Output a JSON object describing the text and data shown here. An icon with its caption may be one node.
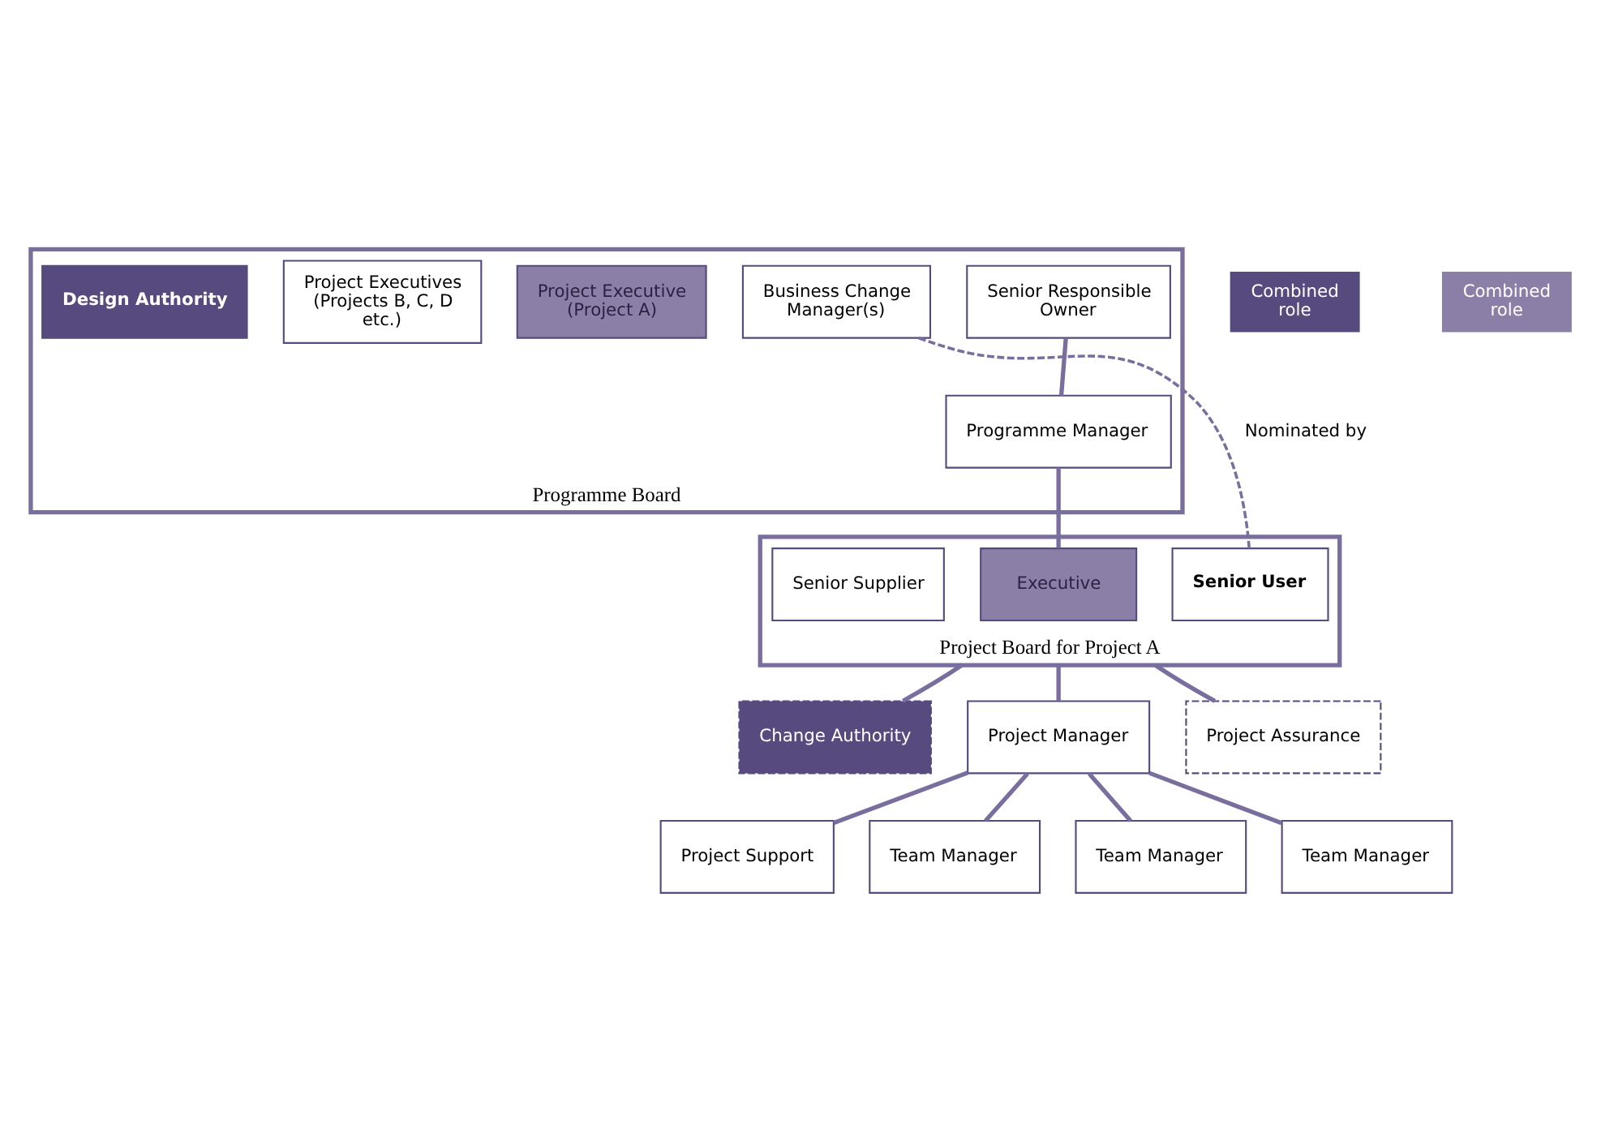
{
  "diagram": {
    "nodes": [
      {
        "text": [
          "Programme Board"
        ]
      },
      {
        "text": [
          "Senior Responsible Owner"
        ],
        "in": 0
      },
      {
        "text": [
          "Business Change Manager(s)"
        ],
        "in": 0
      },
      {
        "text": [
          "Project Executive (Project A)"
        ],
        "in": 0
      },
      {
        "text": [
          "Programme Manager"
        ],
        "in": 0
      },
      {
        "text": [
          "Project Executives (Projects B, C, D etc.)"
        ],
        "in": 0
      },
      {
        "text": [
          "Design Authority"
        ],
        "in": 0
      },
      {
        "text": [
          "Project Board for Project A"
        ]
      },
      {
        "text": [
          "Senior User"
        ],
        "in": 7
      },
      {
        "text": [
          "Executive"
        ],
        "in": 7
      },
      {
        "text": [
          "Senior Supplier"
        ],
        "in": 7
      },
      {
        "text": [
          "Change Authority"
        ]
      },
      {
        "text": [
          "Project Manager"
        ]
      },
      {
        "text": [
          "Project Assurance"
        ]
      },
      {
        "text": [
          "Project Support"
        ]
      },
      {
        "text": [
          "Team Manager"
        ]
      },
      {
        "text": [
          "Team Manager"
        ]
      },
      {
        "text": [
          "Team Manager"
        ]
      }
    ],
    "edges": [
      {
        "from": 1,
        "to": 4,
        "arrow": "none"
      },
      {
        "from": 2,
        "to": 8,
        "arrow": "none",
        "label": "Nominated by",
        "style": "dashed"
      },
      {
        "from": 4,
        "to": 9,
        "arrow": "none"
      },
      {
        "from": 7,
        "to": 11,
        "arrow": "none"
      },
      {
        "from": 7,
        "to": 12,
        "arrow": "none"
      },
      {
        "from": 7,
        "to": 13,
        "arrow": "none"
      },
      {
        "from": 12,
        "to": 14,
        "arrow": "none"
      },
      {
        "from": 12,
        "to": 15,
        "arrow": "none"
      },
      {
        "from": 12,
        "to": 16,
        "arrow": "none"
      },
      {
        "from": 12,
        "to": 17,
        "arrow": "none"
      }
    ],
    "legend": [
      {
        "text": "Combined role",
        "color": "#574a7e"
      },
      {
        "text": "Combined role",
        "color": "#8b7fa8"
      }
    ]
  }
}
